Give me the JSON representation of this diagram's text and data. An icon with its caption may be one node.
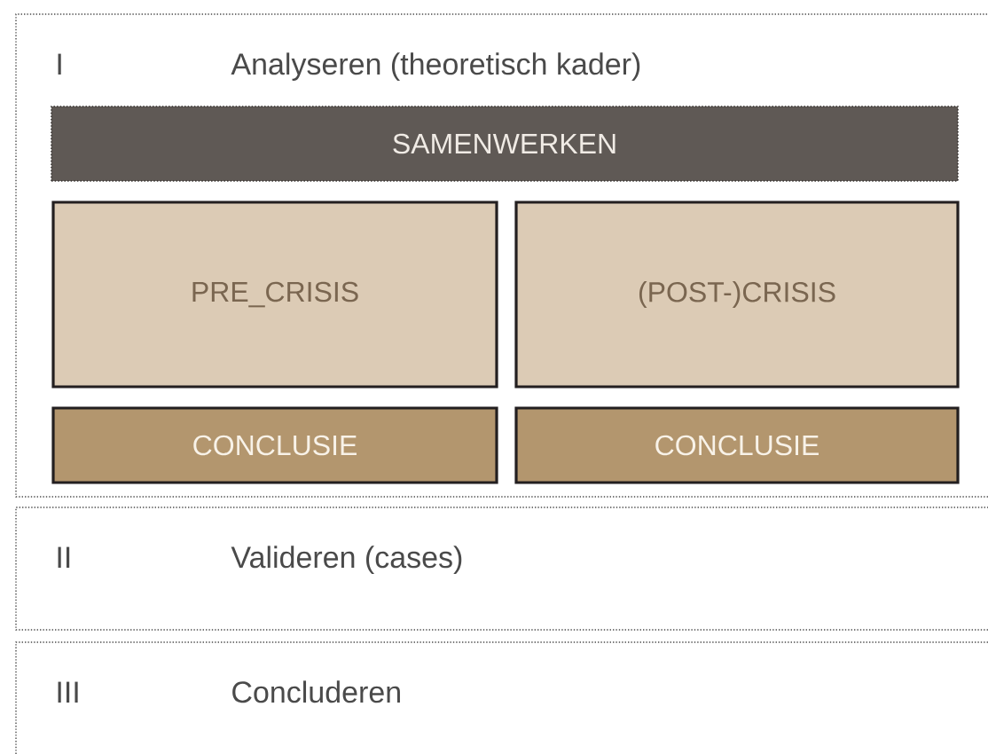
{
  "diagram": {
    "nodes": [
      {
        "text": [
          "I",
          "Analyseren (theoretisch kader)"
        ]
      },
      {
        "text": [
          "SAMENWERKEN"
        ],
        "in": 0
      },
      {
        "text": [
          "PRE_CRISIS"
        ],
        "in": 0
      },
      {
        "text": [
          "(POST-)CRISIS"
        ],
        "in": 0
      },
      {
        "text": [
          "CONCLUSIE"
        ],
        "in": 0
      },
      {
        "text": [
          "CONCLUSIE"
        ],
        "in": 0
      },
      {
        "text": [
          "II",
          "Valideren (cases)"
        ]
      },
      {
        "text": [
          "III",
          "Concluderen"
        ]
      }
    ]
  }
}
